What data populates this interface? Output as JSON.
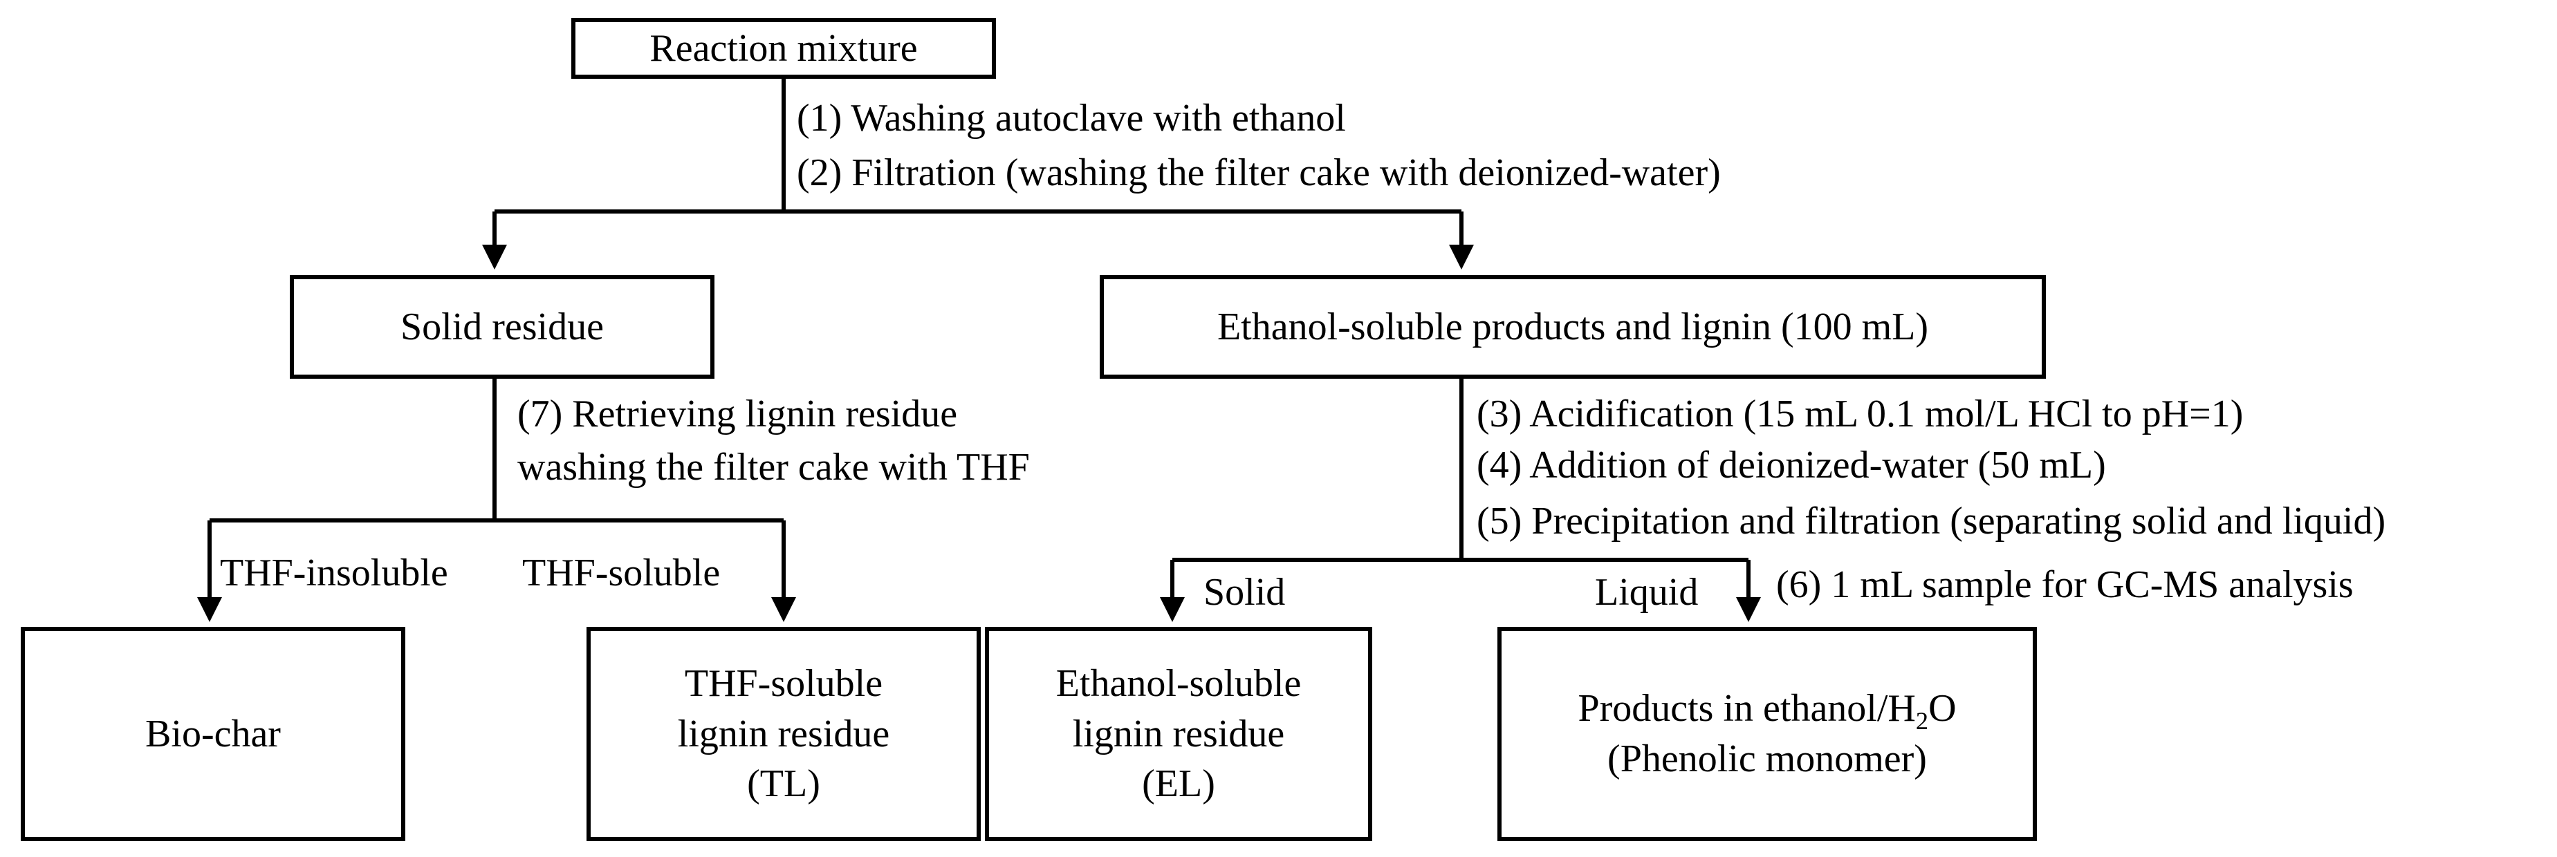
{
  "boxes": {
    "reaction_mixture": "Reaction mixture",
    "solid_residue": "Solid residue",
    "ethanol_soluble": "Ethanol-soluble products and lignin (100 mL)",
    "bio_char": "Bio-char",
    "thf_soluble_residue": [
      "THF-soluble",
      "lignin residue",
      "(TL)"
    ],
    "ethanol_soluble_residue": [
      "Ethanol-soluble",
      "lignin residue",
      "(EL)"
    ],
    "products": {
      "line1_pre": "Products in ethanol/H",
      "line1_sub": "2",
      "line1_post": "O",
      "line2": "(Phenolic monomer)"
    }
  },
  "steps": {
    "step1": "(1) Washing autoclave with ethanol",
    "step2": "(2) Filtration (washing the filter cake with deionized-water)",
    "step3": "(3) Acidification (15 mL 0.1 mol/L HCl to pH=1)",
    "step4": "(4) Addition of deionized-water (50 mL)",
    "step5": "(5) Precipitation and filtration (separating solid and liquid)",
    "step6": "(6) 1 mL sample for GC-MS analysis",
    "step7_line1": "(7) Retrieving lignin residue",
    "step7_line2": "washing the filter cake with THF"
  },
  "branches": {
    "thf_insoluble": "THF-insoluble",
    "thf_soluble": "THF-soluble",
    "solid": "Solid",
    "liquid": "Liquid"
  }
}
